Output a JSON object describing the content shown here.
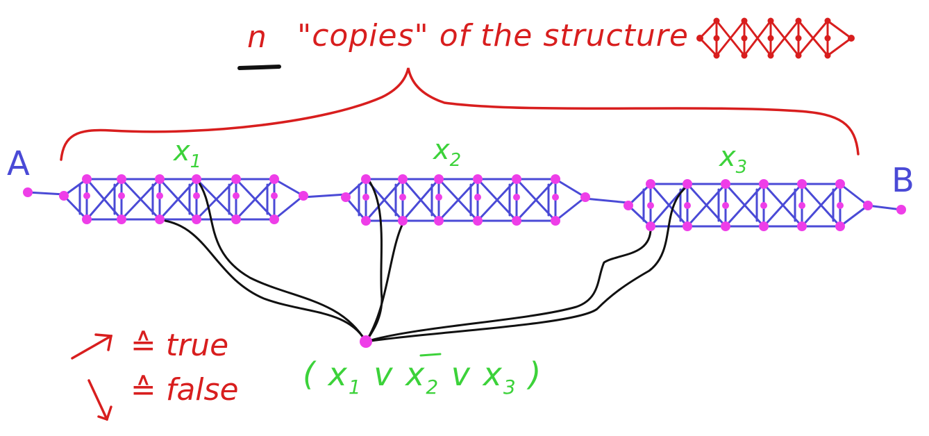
{
  "title": {
    "n": "n",
    "rest": "\"copies\" of the structure"
  },
  "endpoints": {
    "a": "A",
    "b": "B"
  },
  "variables": [
    {
      "name": "x",
      "sub": "1"
    },
    {
      "name": "x",
      "sub": "2"
    },
    {
      "name": "x",
      "sub": "3"
    }
  ],
  "legend": {
    "up_symbol": "≙ true",
    "down_symbol": "≙ false"
  },
  "clause": {
    "open": "(",
    "t1": "x",
    "t1_sub": "1",
    "or1": " v ",
    "t2": "x",
    "t2_sub": "2",
    "or2": " v ",
    "t3": "x",
    "t3_sub": "3",
    "close": " )"
  },
  "colors": {
    "annotation_red": "#d81e1e",
    "variable_green": "#3cd23a",
    "structure_blue": "#4a4ad6",
    "node_magenta": "#ee3ee8",
    "wire_black": "#111111"
  }
}
